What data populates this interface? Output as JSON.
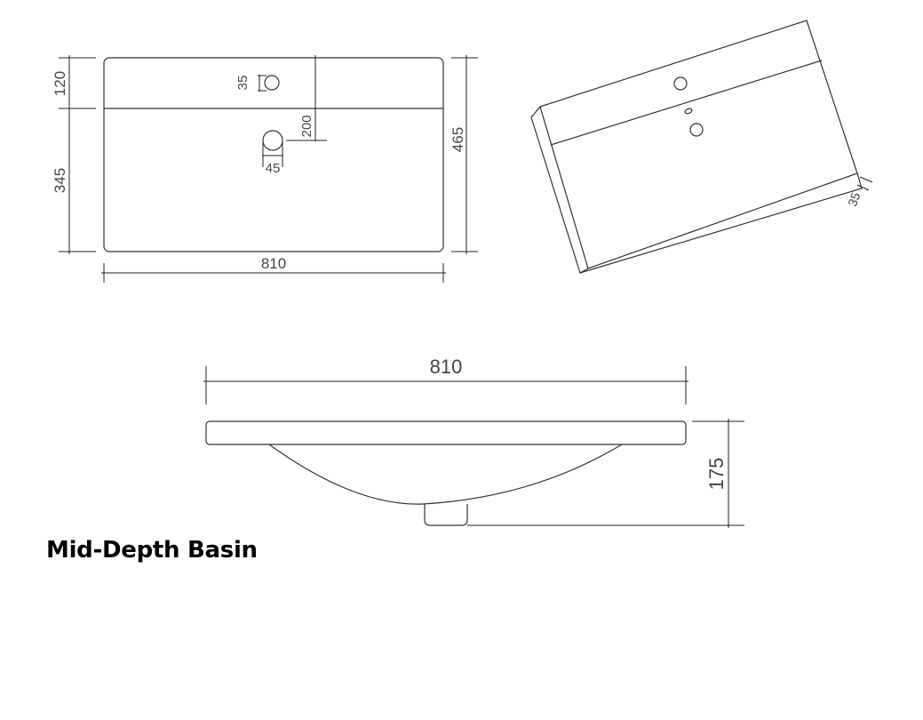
{
  "title": "Mid-Depth Basin",
  "top_view": {
    "dimensions": {
      "width": "810",
      "depth_total": "465",
      "deck_depth": "120",
      "bowl_depth": "345",
      "tap_hole_diameter": "35",
      "waste_diameter": "45",
      "waste_offset": "200"
    }
  },
  "iso_view": {
    "dimensions": {
      "thickness": "35"
    }
  },
  "front_view": {
    "dimensions": {
      "width": "810",
      "height": "175"
    }
  }
}
